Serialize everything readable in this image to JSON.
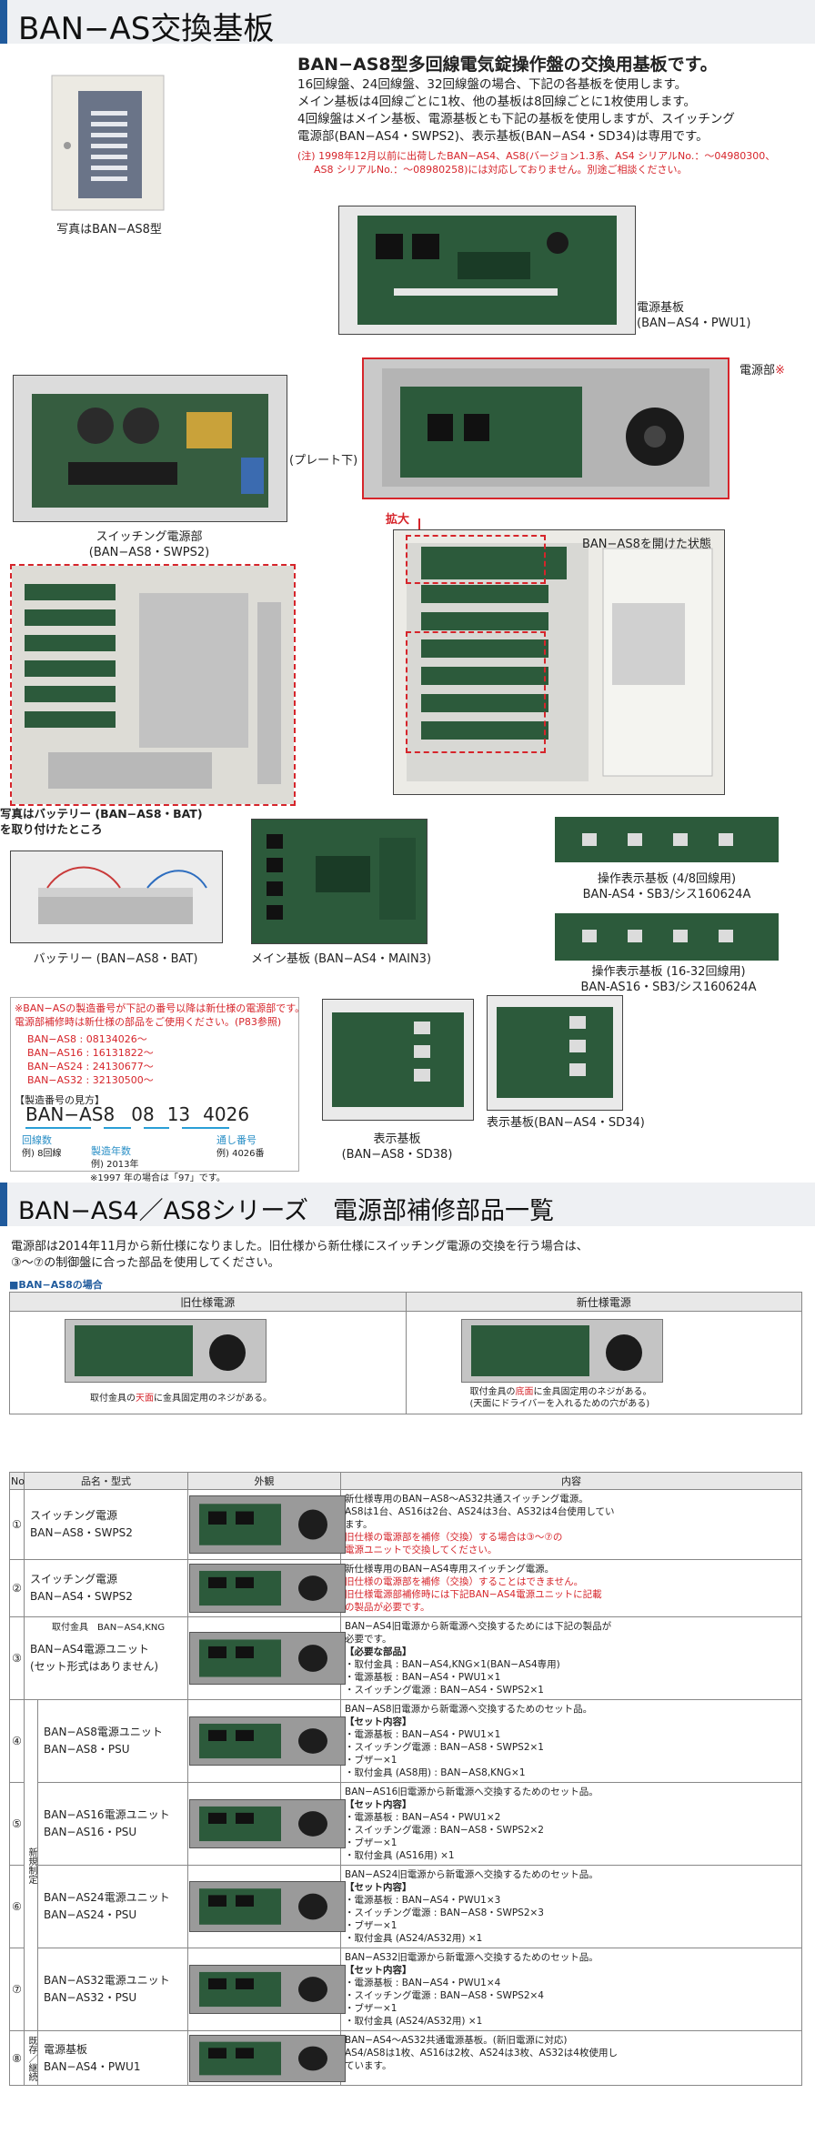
{
  "section1": {
    "title": "BAN−AS交換基板",
    "lead": "BAN−AS8型多回線電気錠操作盤の交換用基板です。",
    "body_lines": [
      "16回線盤、24回線盤、32回線盤の場合、下記の各基板を使用します。",
      "メイン基板は4回線ごとに1枚、他の基板は8回線ごとに1枚使用します。",
      "4回線盤はメイン基板、電源基板とも下記の基板を使用しますが、スイッチング",
      "電源部(BAN−AS4・SWPS2)、表示基板(BAN−AS4・SD34)は専用です。"
    ],
    "warn_lines": [
      "(注) 1998年12月以前に出荷したBAN−AS4、AS8(バージョン1.3系、AS4 シリアルNo.：〜04980300、",
      "AS8 シリアルNo.：〜08980258)には対応しておりません。別途ご相談ください。"
    ],
    "captions": {
      "panel_photo": "写真はBAN−AS8型",
      "pwu1": "電源基板\n(BAN−AS4・PWU1)",
      "power_part": "電源部",
      "power_part_mark": "※",
      "plate_below": "(プレート下)",
      "swps2": "スイッチング電源部\n(BAN−AS8・SWPS2)",
      "zoom": "拡大",
      "opened": "BAN−AS8を開けた状態",
      "battery_installed": "写真はバッテリー (BAN−AS8・BAT)\nを取り付けたところ",
      "sb3_48": "操作表示基板 (4/8回線用)\nBAN-AS4・SB3/シス160624A",
      "main3": "メイン基板 (BAN−AS4・MAIN3)",
      "sb3_1632": "操作表示基板 (16-32回線用)\nBAN-AS16・SB3/シス160624A",
      "battery": "バッテリー (BAN−AS8・BAT)",
      "sd38": "表示基板\n(BAN−AS8・SD38)",
      "sd34": "表示基板(BAN−AS4・SD34)"
    },
    "serial_note": {
      "lines": [
        "※BAN−ASの製造番号が下記の番号以降は新仕様の電源部です。",
        "電源部補修時は新仕様の部品をご使用ください。(P83参照)"
      ],
      "list": [
        "BAN−AS8 : 08134026〜",
        "BAN−AS16 : 16131822〜",
        "BAN−AS24 : 24130677〜",
        "BAN−AS32 : 32130500〜"
      ],
      "heading": "【製造番号の見方】",
      "parts": [
        "BAN−AS8",
        "08",
        "13",
        "4026"
      ],
      "labels": {
        "circuits": "回線数",
        "circuits_ex": "例) 8回線",
        "year": "製造年数",
        "year_ex": "例) 2013年",
        "serial": "通し番号",
        "serial_ex": "例) 4026番",
        "footnote": "※1997 年の場合は「97」です。"
      }
    }
  },
  "section2": {
    "title": "BAN−AS4／AS8シリーズ　電源部補修部品一覧",
    "intro": [
      "電源部は2014年11月から新仕様になりました。旧仕様から新仕様にスイッチング電源の交換を行う場合は、",
      "③〜⑦の制御盤に合った部品を使用してください。"
    ],
    "case_label": "■BAN−AS8の場合",
    "compare": {
      "old_header": "旧仕様電源",
      "new_header": "新仕様電源",
      "old_caption_parts": [
        "取付金具の",
        "天面",
        "に金具固定用のネジがある。"
      ],
      "new_caption_lines": [
        "取付金具の",
        "底面",
        "に金具固定用のネジがある。",
        "(天面にドライバーを入れるための穴がある)"
      ]
    },
    "table": {
      "headers": [
        "No",
        "品名・型式",
        "外観",
        "内容"
      ],
      "group_new": "新規制定",
      "group_old": "既存／継続",
      "rows": [
        {
          "no": "①",
          "name": [
            "スイッチング電源",
            "BAN−AS8・SWPS2"
          ],
          "desc": [
            "新仕様専用のBAN−AS8〜AS32共通スイッチング電源。",
            "AS8は1台、AS16は2台、AS24は3台、AS32は4台使用してい",
            "ます。"
          ],
          "desc_red": [
            "旧仕様の電源部を補修（交換）する場合は③〜⑦の",
            "電源ユニットで交換してください。"
          ]
        },
        {
          "no": "②",
          "name": [
            "スイッチング電源",
            "BAN−AS4・SWPS2"
          ],
          "desc": [
            "新仕様専用のBAN−AS4専用スイッチング電源。"
          ],
          "desc_red": [
            "旧仕様の電源部を補修（交換）することはできません。",
            "旧仕様電源部補修時には下記BAN−AS4電源ユニットに記載",
            "の製品が必要です。"
          ]
        },
        {
          "no": "③",
          "name": [
            "BAN−AS4電源ユニット",
            "(セット形式はありません)"
          ],
          "extra_label": "取付金具　BAN−AS4,KNG",
          "desc": [
            "BAN−AS4旧電源から新電源へ交換するためには下記の製品が",
            "必要です。",
            "【必要な部品】",
            "・取付金具 : BAN−AS4,KNG×1(BAN−AS4専用)",
            "・電源基板 : BAN−AS4・PWU1×1",
            "・スイッチング電源 : BAN−AS4・SWPS2×1"
          ],
          "desc_red": []
        },
        {
          "no": "④",
          "name": [
            "BAN−AS8電源ユニット",
            "BAN−AS8・PSU"
          ],
          "desc": [
            "BAN−AS8旧電源から新電源へ交換するためのセット品。",
            "【セット内容】",
            "・電源基板 : BAN−AS4・PWU1×1",
            "・スイッチング電源 : BAN−AS8・SWPS2×1",
            "・ブザー×1",
            "・取付金具 (AS8用) : BAN−AS8,KNG×1"
          ],
          "desc_red": []
        },
        {
          "no": "⑤",
          "name": [
            "BAN−AS16電源ユニット",
            "BAN−AS16・PSU"
          ],
          "desc": [
            "BAN−AS16旧電源から新電源へ交換するためのセット品。",
            "【セット内容】",
            "・電源基板 : BAN−AS4・PWU1×2",
            "・スイッチング電源 : BAN−AS8・SWPS2×2",
            "・ブザー×1",
            "・取付金具 (AS16用) ×1"
          ],
          "desc_red": []
        },
        {
          "no": "⑥",
          "name": [
            "BAN−AS24電源ユニット",
            "BAN−AS24・PSU"
          ],
          "desc": [
            "BAN−AS24旧電源から新電源へ交換するためのセット品。",
            "【セット内容】",
            "・電源基板 : BAN−AS4・PWU1×3",
            "・スイッチング電源 : BAN−AS8・SWPS2×3",
            "・ブザー×1",
            "・取付金具 (AS24/AS32用) ×1"
          ],
          "desc_red": []
        },
        {
          "no": "⑦",
          "name": [
            "BAN−AS32電源ユニット",
            "BAN−AS32・PSU"
          ],
          "desc": [
            "BAN−AS32旧電源から新電源へ交換するためのセット品。",
            "【セット内容】",
            "・電源基板 : BAN−AS4・PWU1×4",
            "・スイッチング電源 : BAN−AS8・SWPS2×4",
            "・ブザー×1",
            "・取付金具 (AS24/AS32用) ×1"
          ],
          "desc_red": []
        },
        {
          "no": "⑧",
          "name": [
            "電源基板",
            "BAN−AS4・PWU1"
          ],
          "desc": [
            "BAN−AS4〜AS32共通電源基板。(新旧電源に対応)",
            "AS4/AS8は1枚、AS16は2枚、AS24は3枚、AS32は4枚使用し",
            "ています。"
          ],
          "desc_red": []
        }
      ]
    }
  }
}
